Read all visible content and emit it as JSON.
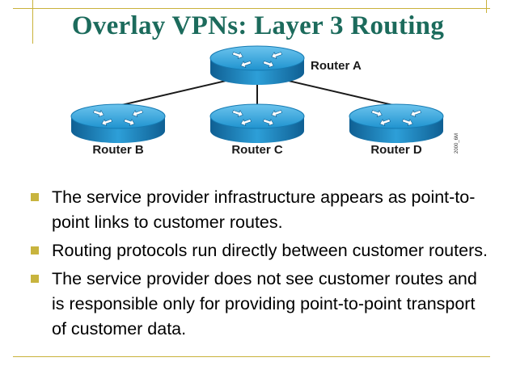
{
  "title": "Overlay VPNs: Layer 3 Routing",
  "colors": {
    "title": "#1c6b5c",
    "frame": "#c9b23a",
    "router": "#1f93cf",
    "bullet": "#c8b43e"
  },
  "diagram": {
    "routers": [
      {
        "id": "a",
        "label": "Router A",
        "icon": "router-icon"
      },
      {
        "id": "b",
        "label": "Router B",
        "icon": "router-icon"
      },
      {
        "id": "c",
        "label": "Router C",
        "icon": "router-icon"
      },
      {
        "id": "d",
        "label": "Router D",
        "icon": "router-icon"
      }
    ],
    "links": [
      [
        "a",
        "b"
      ],
      [
        "a",
        "c"
      ],
      [
        "a",
        "d"
      ]
    ],
    "figure_id": "2000_6M"
  },
  "bullets": [
    "The service provider infrastructure appears as point-to-point links to customer routes.",
    "Routing protocols run directly between customer routers.",
    "The service provider does not see customer routes and is responsible only for providing point-to-point transport of customer data."
  ]
}
